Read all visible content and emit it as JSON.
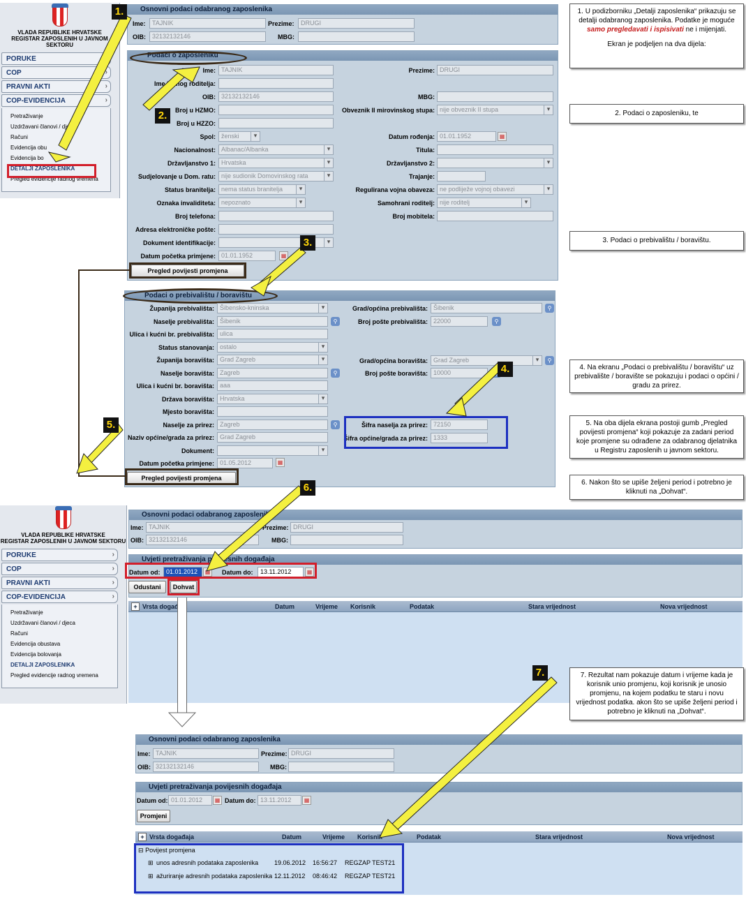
{
  "sidebar": {
    "org_line1": "VLADA REPUBLIKE HRVATSKE",
    "org_line2": "REGISTAR ZAPOSLENIH U JAVNOM SEKTORU",
    "menu": [
      "PORUKE",
      "COP",
      "PRAVNI AKTI",
      "COP-EVIDENCIJA"
    ],
    "sub": [
      "Pretraživanje",
      "Uzdržavani članovi / djeca",
      "Računi",
      "Evidencija obustava",
      "Evidencija bolovanja",
      "DETALJI ZAPOSLENIKA",
      "Pregled evidencije radnog vremena"
    ],
    "sub_short": [
      "Pretraživanje",
      "Uzdržavani članovi / djeca",
      "Računi",
      "Evidencija obu",
      "Evidencija bo",
      "DETALJI ZAPOSLENIKA",
      "Pregled evidencije radnog vremena"
    ]
  },
  "basic": {
    "title": "Osnovni podaci odabranog zaposlenika",
    "ime_lbl": "Ime:",
    "ime": "TAJNIK",
    "prezime_lbl": "Prezime:",
    "prezime": "DRUGI",
    "oib_lbl": "OIB:",
    "oib": "32132132146",
    "mbg_lbl": "MBG:"
  },
  "emp": {
    "title": "Podaci o zaposleniku",
    "labels_left": [
      "Ime:",
      "Ime jednog roditelja:",
      "OIB:",
      "Broj u HZMO:",
      "Broj u HZZO:",
      "Spol:",
      "Nacionalnost:",
      "Državljanstvo 1:",
      "Sudjelovanje u Dom. ratu:",
      "Status branitelja:",
      "Oznaka invaliditeta:",
      "Broj telefona:",
      "Adresa elektroničke pošte:",
      "Dokument identifikacije:",
      "Datum početka primjene:"
    ],
    "values_left": [
      "TAJNIK",
      "",
      "32132132146",
      "",
      "",
      "ženski",
      "Albanac/Albanka",
      "Hrvatska",
      "nije sudionik Domovinskog rata",
      "nema status branitelja",
      "nepoznato",
      "",
      "",
      "",
      "01.01.1952"
    ],
    "labels_right": [
      "Prezime:",
      "MBG:",
      "Obveznik II mirovinskog stupa:",
      "Datum rođenja:",
      "Titula:",
      "Državljanstvo 2:",
      "Trajanje:",
      "Regulirana vojna obaveza:",
      "Samohrani roditelj:",
      "Broj mobitela:"
    ],
    "values_right": [
      "DRUGI",
      "",
      "nije obveznik II stupa",
      "01.01.1952",
      "",
      "",
      "",
      "ne podliježe vojnoj obavezi",
      "nije roditelj",
      ""
    ],
    "history_btn": "Pregled povijesti promjena"
  },
  "addr": {
    "title": "Podaci o prebivalištu / boravištu",
    "labels_left": [
      "Županija prebivališta:",
      "Naselje prebivališta:",
      "Ulica i kućni br. prebivališta:",
      "Status stanovanja:",
      "Županija boravišta:",
      "Naselje boravišta:",
      "Ulica i kućni br. boravišta:",
      "Država boravišta:",
      "Mjesto boravišta:",
      "Naselje za prirez:",
      "Naziv općine/grada za prirez:",
      "Dokument:",
      "Datum početka primjene:"
    ],
    "values_left": [
      "Šibensko-kninska",
      "Šibenik",
      "ulica",
      "ostalo",
      "Grad Zagreb",
      "Zagreb",
      "aaa",
      "Hrvatska",
      "",
      "Zagreb",
      "Grad Zagreb",
      "",
      "01.05.2012"
    ],
    "labels_right": [
      "Grad/općina prebivališta:",
      "Broj pošte prebivališta:",
      "Grad/općina boravišta:",
      "Broj pošte boravišta:",
      "Šifra naselja za prirez:",
      "Šifra općine/grada za prirez:"
    ],
    "values_right": [
      "Šibenik",
      "22000",
      "Grad Zagreb",
      "10000",
      "72150",
      "1333"
    ],
    "history_btn": "Pregled povijesti promjena"
  },
  "search": {
    "title": "Uvjeti pretraživanja povijesnih događaja",
    "od_lbl": "Datum od:",
    "od": "01.01.2012",
    "do_lbl": "Datum do:",
    "do": "13.11.2012",
    "cancel": "Odustani",
    "fetch": "Dohvat",
    "changes": "Promjeni"
  },
  "grid": {
    "cols": [
      "Vrsta događaja",
      "Datum",
      "Vrijeme",
      "Korisnik",
      "Podatak",
      "Stara vrijednost",
      "Nova vrijednost"
    ],
    "group": "Povijest promjena",
    "rows": [
      {
        "event": "unos adresnih podataka zaposlenika",
        "date": "19.06.2012",
        "time": "16:56:27",
        "user": "REGZAP TEST21"
      },
      {
        "event": "ažuriranje adresnih podataka zaposlenika",
        "date": "12.11.2012",
        "time": "08:46:42",
        "user": "REGZAP TEST21"
      }
    ]
  },
  "badges": [
    "1.",
    "2.",
    "3.",
    "4.",
    "5.",
    "6.",
    "7."
  ],
  "notes": {
    "n1a": "1.  U podizborniku „Detalji zaposlenika“ prikazuju se detalji odabranog zaposlenika. Podatke je moguće ",
    "n1em": "samo pregledavati i ispisivati",
    "n1b": " ne i mijenjati.",
    "n1c": "Ekran je podjeljen na dva dijela:",
    "n2": "2.  Podaci o zaposleniku, te",
    "n3": "3.  Podaci o prebivalištu / boravištu.",
    "n4": "4. Na ekranu „Podaci o prebivalištu / boravištu“ uz prebivalište / boravište se pokazuju i podaci o općini / gradu za prirez.",
    "n5": "5. Na oba dijela ekrana postoji gumb „Pregled povijesti promjena“ koji pokazuje za zadani period koje promjene su odrađene za odabranog djelatnika u Registru zaposlenih u javnom sektoru.",
    "n6": "6. Nakon što se upiše željeni period i potrebno je kliknuti na „Dohvat“.",
    "n7": "7. Rezultat nam pokazuje datum i vrijeme kada je korisnik unio promjenu, koji korisnik je unosio promjenu, na kojem podatku te staru i novu vrijednost podatka. akon što se upiše željeni period i potrebno je kliknuti na „Dohvat“."
  },
  "colors": {
    "panel": "#c6d3df",
    "title_bar": "#7b96b3",
    "arrow": "#f4f040",
    "red_box": "#d21e2a",
    "blue_box": "#1c2fc0"
  }
}
